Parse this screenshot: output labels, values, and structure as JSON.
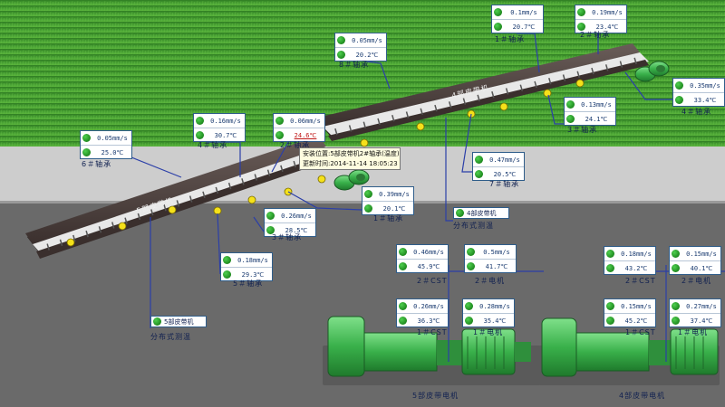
{
  "panels": [
    {
      "id": "p1",
      "speed": "0.05mm/s",
      "temp": "25.0℃",
      "temp_alert": false
    },
    {
      "id": "p2",
      "speed": "0.16mm/s",
      "temp": "30.7℃",
      "temp_alert": false
    },
    {
      "id": "p3",
      "speed": "0.06mm/s",
      "temp": "24.6℃",
      "temp_alert": true
    },
    {
      "id": "p4",
      "speed": "0.05mm/s",
      "temp": "20.2℃",
      "temp_alert": false
    },
    {
      "id": "p5",
      "speed": "0.1mm/s",
      "temp": "20.7℃",
      "temp_alert": false
    },
    {
      "id": "p6",
      "speed": "0.19mm/s",
      "temp": "23.4℃",
      "temp_alert": false
    },
    {
      "id": "p7",
      "speed": "0.35mm/s",
      "temp": "33.4℃",
      "temp_alert": false
    },
    {
      "id": "p8",
      "speed": "0.13mm/s",
      "temp": "24.1℃",
      "temp_alert": false
    },
    {
      "id": "p9",
      "speed": "0.47mm/s",
      "temp": "20.5℃",
      "temp_alert": false
    },
    {
      "id": "p10",
      "speed": "0.39mm/s",
      "temp": "20.1℃",
      "temp_alert": false
    },
    {
      "id": "p11",
      "speed": "0.26mm/s",
      "temp": "28.5℃",
      "temp_alert": false
    },
    {
      "id": "p12",
      "speed": "0.18mm/s",
      "temp": "29.3℃",
      "temp_alert": false
    },
    {
      "id": "p13",
      "speed": "0.46mm/s",
      "temp": "45.9℃",
      "temp_alert": false
    },
    {
      "id": "p14",
      "speed": "0.5mm/s",
      "temp": "41.7℃",
      "temp_alert": false
    },
    {
      "id": "p15",
      "speed": "0.26mm/s",
      "temp": "36.3℃",
      "temp_alert": false
    },
    {
      "id": "p16",
      "speed": "0.28mm/s",
      "temp": "35.4℃",
      "temp_alert": false
    },
    {
      "id": "p17",
      "speed": "0.18mm/s",
      "temp": "43.2℃",
      "temp_alert": false
    },
    {
      "id": "p18",
      "speed": "0.15mm/s",
      "temp": "40.1℃",
      "temp_alert": false
    },
    {
      "id": "p19",
      "speed": "0.15mm/s",
      "temp": "45.2℃",
      "temp_alert": false
    },
    {
      "id": "p20",
      "speed": "0.27mm/s",
      "temp": "37.4℃",
      "temp_alert": false
    }
  ],
  "labels": {
    "b5_6": "6＃轴承",
    "b5_4": "4＃轴承",
    "b5_2": "2＃轴承",
    "b4_8": "8＃轴承",
    "b4_1": "1＃轴承",
    "b4_2": "2＃轴承",
    "b4_4": "4＃轴承",
    "b4_3": "3＃轴承",
    "b4_7": "7＃轴承",
    "b5_1": "1＃轴承",
    "b5_3": "3＃轴承",
    "b5_5": "5＃轴承",
    "belt5": "5部皮带机",
    "belt4": "4部皮带机",
    "m5_2cst": "2＃CST",
    "m5_2motor": "2＃电机",
    "m5_1cst": "1＃CST",
    "m5_1motor": "1＃电机",
    "m4_2cst": "2＃CST",
    "m4_2motor": "2＃电机",
    "m4_1cst": "1＃CST",
    "m4_1motor": "1＃电机",
    "motor5": "5部皮带电机",
    "motor4": "4部皮带电机",
    "dts5": "分布式测温",
    "dts4": "分布式测温"
  },
  "dts_boxes": {
    "b5": "5部皮带机",
    "b4": "4部皮带机"
  },
  "tooltip": {
    "line1": "安装位置:5部皮带机2#轴承(温度)",
    "line2": "更新时间:2014-11-14 18:05:23"
  },
  "colors": {
    "grass": "#3d8f2a",
    "floor_light": "#c9c9c9",
    "floor_dark": "#6b6b6b",
    "belt": "#4a3d3a",
    "motor": "#3fbf4f",
    "leader": "#2b3fa8",
    "value": "#1a3b70",
    "alert": "#c01818"
  }
}
